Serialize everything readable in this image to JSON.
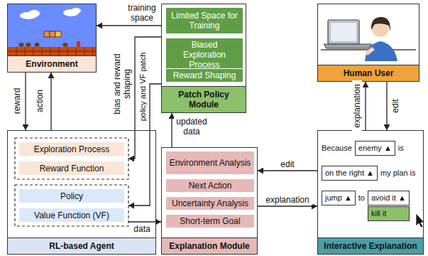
{
  "diagram": {
    "nodes": [
      {
        "text": [
          "Environment"
        ]
      },
      {
        "text": [
          "Patch Policy Module"
        ]
      },
      {
        "text": [
          "Limited Space for Training"
        ],
        "in": 1
      },
      {
        "text": [
          "Biased Exploration Process"
        ],
        "in": 1
      },
      {
        "text": [
          "Reward Shaping"
        ],
        "in": 1
      },
      {
        "text": [
          "Human User"
        ]
      },
      {
        "text": [
          "RL-based Agent"
        ]
      },
      {
        "text": [
          "Exploration Process"
        ],
        "in": 6
      },
      {
        "text": [
          "Reward Function"
        ],
        "in": 6
      },
      {
        "text": [
          "Policy"
        ],
        "in": 6
      },
      {
        "text": [
          "Value Function (VF)"
        ],
        "in": 6
      },
      {
        "text": [
          "Explanation Module"
        ]
      },
      {
        "text": [
          "Environment Analysis"
        ],
        "in": 11
      },
      {
        "text": [
          "Next Action"
        ],
        "in": 11
      },
      {
        "text": [
          "Uncertainty Analysis"
        ],
        "in": 11
      },
      {
        "text": [
          "Short-term Goal"
        ],
        "in": 11
      },
      {
        "text": [
          "Because",
          "is",
          "my plan is",
          "to",
          "Interactive Explanation"
        ]
      },
      {
        "text": [
          "enemy ▲"
        ],
        "in": 16
      },
      {
        "text": [
          "on the right ▲"
        ],
        "in": 16
      },
      {
        "text": [
          "jump ▲"
        ],
        "in": 16
      },
      {
        "text": [
          "avoid it ▲"
        ],
        "in": 16
      },
      {
        "text": [
          "kill it"
        ],
        "in": 16
      }
    ],
    "edges": [
      {
        "from": 0,
        "to": 6,
        "label": "reward",
        "arrow": "to"
      },
      {
        "from": 6,
        "to": 0,
        "label": "action",
        "arrow": "to"
      },
      {
        "from": 1,
        "to": 0,
        "label": "training space",
        "arrow": "to"
      },
      {
        "from": 1,
        "to": 6,
        "label": "bias and reward shaping",
        "arrow": "to"
      },
      {
        "from": 1,
        "to": 6,
        "label": "policy and VF patch",
        "arrow": "to"
      },
      {
        "from": 6,
        "to": 11,
        "label": "data",
        "arrow": "to"
      },
      {
        "from": 11,
        "to": 1,
        "label": "updated data",
        "arrow": "to"
      },
      {
        "from": 11,
        "to": 16,
        "label": "explanation",
        "arrow": "to"
      },
      {
        "from": 16,
        "to": 11,
        "label": "edit",
        "arrow": "to"
      },
      {
        "from": 5,
        "to": 16,
        "label": "edit",
        "arrow": "to"
      },
      {
        "from": 16,
        "to": 5,
        "label": "explanation",
        "arrow": "to"
      }
    ]
  }
}
